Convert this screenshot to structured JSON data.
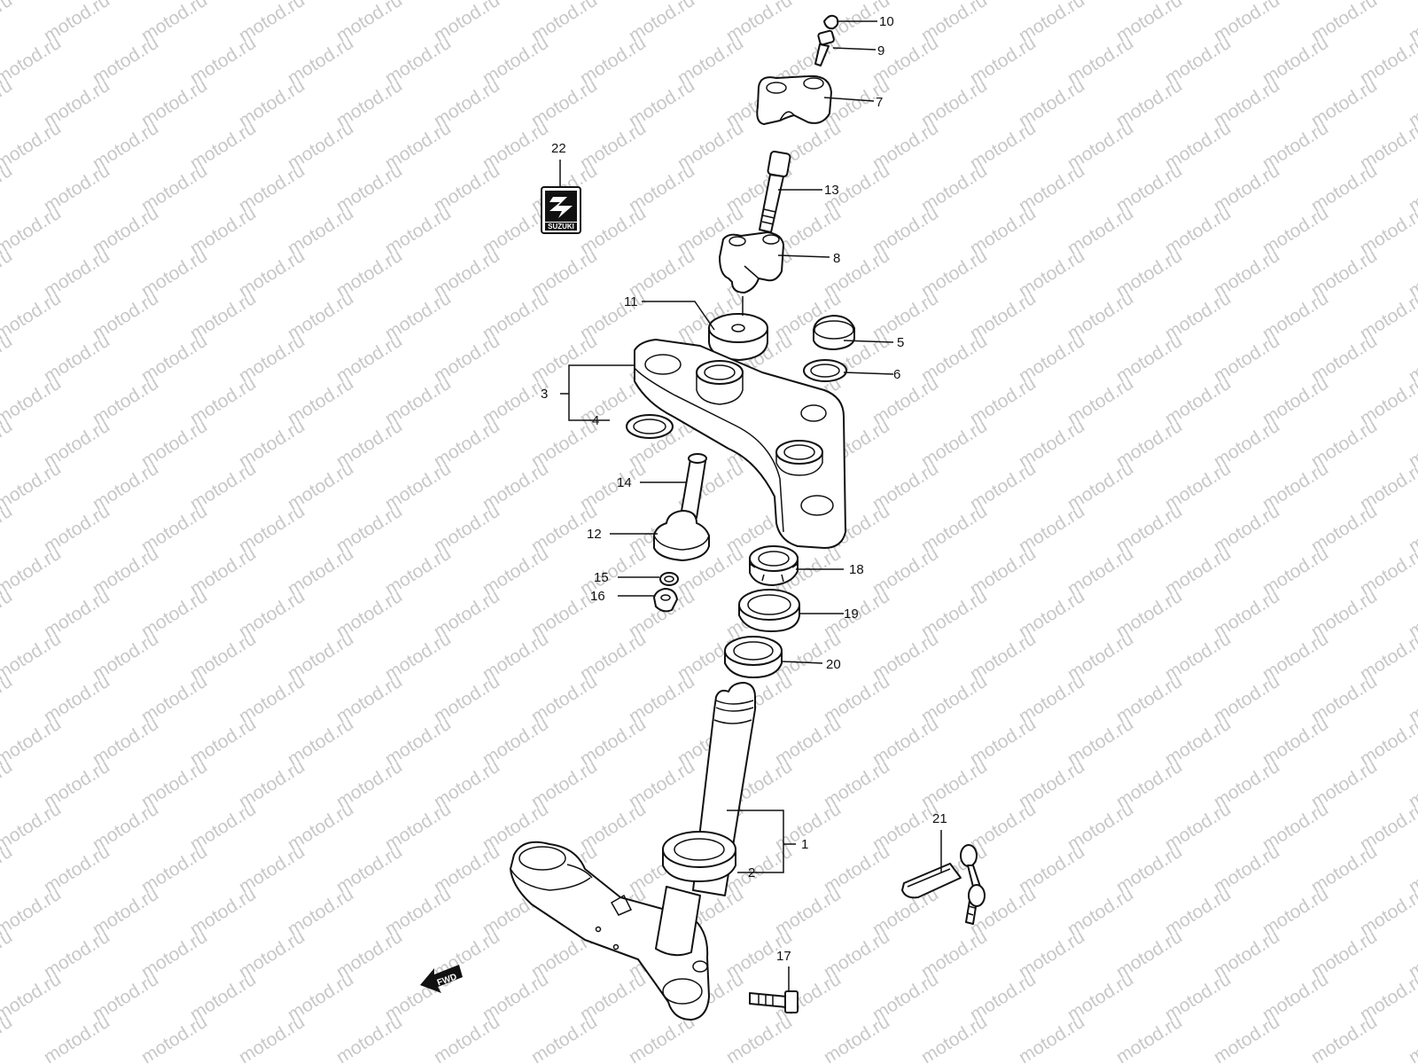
{
  "watermark": {
    "text": "motod.ru"
  },
  "brand_logo": {
    "text": "SUZUKI"
  },
  "fwd_arrow": {
    "label": "FWD"
  },
  "callouts": {
    "p1": "1",
    "p2": "2",
    "p3": "3",
    "p4": "4",
    "p5": "5",
    "p6": "6",
    "p7": "7",
    "p8": "8",
    "p9": "9",
    "p10": "10",
    "p11": "11",
    "p12": "12",
    "p13": "13",
    "p14": "14",
    "p15": "15",
    "p16": "16",
    "p17": "17",
    "p18": "18",
    "p19": "19",
    "p20": "20",
    "p21": "21",
    "p22": "22"
  }
}
